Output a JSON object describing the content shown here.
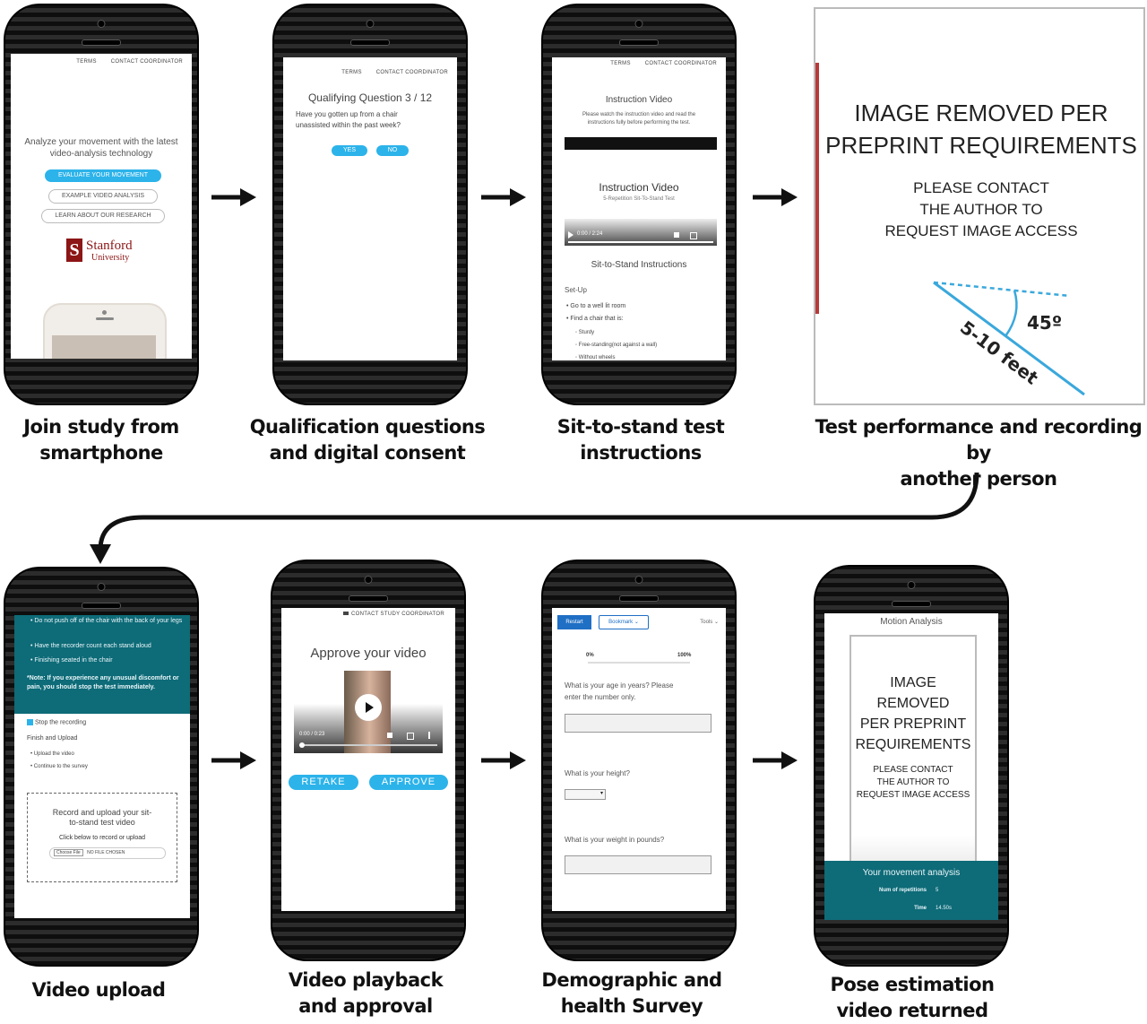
{
  "steps": [
    {
      "caption_1": "Join study from",
      "caption_2": "smartphone"
    },
    {
      "caption_1": "Qualification questions",
      "caption_2": "and digital consent"
    },
    {
      "caption_1": "Sit-to-stand test",
      "caption_2": "instructions"
    },
    {
      "caption_1": "Test performance and recording by",
      "caption_2": "another person"
    },
    {
      "caption_1": "Video upload",
      "caption_2": ""
    },
    {
      "caption_1": "Video playback",
      "caption_2": "and approval"
    },
    {
      "caption_1": "Demographic and",
      "caption_2": "health Survey"
    },
    {
      "caption_1": "Pose estimation",
      "caption_2": "video returned"
    }
  ],
  "screen1": {
    "terms": "TERMS",
    "contact": "CONTACT COORDINATOR",
    "headline_1": "Analyze your movement with the latest",
    "headline_2": "video-analysis technology",
    "btn_evaluate": "EVALUATE YOUR MOVEMENT",
    "btn_example": "EXAMPLE VIDEO ANALYSIS",
    "btn_research": "LEARN ABOUT OUR RESEARCH",
    "logo_name": "Stanford",
    "logo_sub": "University",
    "logo_letter": "S"
  },
  "screen2": {
    "terms": "TERMS",
    "contact": "CONTACT COORDINATOR",
    "title": "Qualifying Question 3 / 12",
    "question_1": "Have you gotten up from a chair",
    "question_2": "unassisted within the past week?",
    "yes": "YES",
    "no": "NO"
  },
  "screen3": {
    "terms": "TERMS",
    "contact": "CONTACT COORDINATOR",
    "title_a": "Instruction Video",
    "desc_1": "Please watch the instruction video and read the",
    "desc_2": "instructions fully before performing the test.",
    "title_b": "Instruction Video",
    "subtitle_b": "5-Repetition Sit-To-Stand Test",
    "video_time": "0:00 / 2:24",
    "section": "Sit-to-Stand Instructions",
    "setup": "Set-Up",
    "items": [
      "Go to a well lit room",
      "Find a chair that is:"
    ],
    "subitems": [
      "Sturdy",
      "Free-standing(not against a wall)",
      "Without wheels"
    ]
  },
  "panel4": {
    "removed_1": "IMAGE REMOVED PER",
    "removed_2": "PREPRINT REQUIREMENTS",
    "contact_1": "PLEASE CONTACT",
    "contact_2": "THE AUTHOR TO",
    "contact_3": "REQUEST IMAGE ACCESS",
    "angle": "45º",
    "distance": "5-10 feet"
  },
  "screen5": {
    "items_top": [
      "Do not push off of the chair with the back of your legs",
      "Have the recorder count each stand aloud",
      "Finishing seated in the chair"
    ],
    "note": "*Note: If you experience any unusual discomfort or pain, you should stop the test immediately.",
    "stop": "Stop the recording",
    "finish": "Finish and Upload",
    "steps": [
      "Upload the video",
      "Continue to the survey"
    ],
    "box_title_1": "Record and upload your sit-",
    "box_title_2": "to-stand test video",
    "box_sub": "Click below to record or upload",
    "choose": "Choose File",
    "no_file": "NO FILE CHOSEN"
  },
  "screen6": {
    "contact": "CONTACT STUDY COORDINATOR",
    "title": "Approve your video",
    "time": "0:00 / 0:23",
    "retake": "RETAKE",
    "approve": "APPROVE"
  },
  "screen7": {
    "restart": "Restart",
    "bookmark": "Bookmark",
    "tools": "Tools",
    "progress_min": "0%",
    "progress_max": "100%",
    "q1_1": "What is your age in years? Please",
    "q1_2": "enter the number only.",
    "q2": "What is your height?",
    "q3": "What is your weight in pounds?"
  },
  "screen8": {
    "title": "Motion Analysis",
    "removed_1": "IMAGE",
    "removed_2": "REMOVED",
    "removed_3": "PER PREPRINT",
    "removed_4": "REQUIREMENTS",
    "contact_1": "PLEASE CONTACT",
    "contact_2": "THE AUTHOR TO",
    "contact_3": "REQUEST IMAGE ACCESS",
    "footer_title": "Your movement analysis",
    "reps_label": "Num of repetitions",
    "reps_value": "5",
    "time_label": "Time",
    "time_value": "14.50s"
  },
  "colors": {
    "accent_blue": "#2cb3ea",
    "teal": "#0e6b78",
    "stanford_red": "#8c1515",
    "survey_blue": "#1f6fc5",
    "line_blue": "#3aa8dc"
  }
}
